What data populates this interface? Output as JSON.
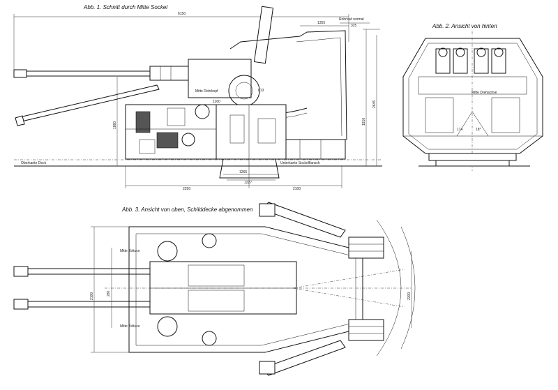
{
  "figures": {
    "fig1": {
      "caption": "Abb. 1. Schnitt durch Mitte Sockel"
    },
    "fig2": {
      "caption": "Abb. 2. Ansicht von hinten"
    },
    "fig3": {
      "caption": "Abb. 3. Ansicht von oben, Schilddecke abgenommen"
    }
  },
  "labels": {
    "overall_length": "6150",
    "rohrlauf": "Rohrlauf normal",
    "d1355": "1355",
    "d325": "325",
    "mitte_rohr": "Mitte Rohrkopf",
    "d1160": "1160",
    "d613": "613",
    "d1880": "1880",
    "d1910": "1910",
    "d2645": "2645",
    "oberkante_deck": "Oberkante Deck",
    "unterkante_sockel": "Unterkante Sockelflansch",
    "d1265": "1265",
    "d1227": "1227",
    "d2250": "2250",
    "d2100": "2100",
    "mitte_drehachse": "Mitte Drehachse",
    "a174": "174",
    "a18": "18°",
    "mitte_zeltuce_top": "Mitte Zeltuce",
    "mitte_zeltuce_bottom": "Mitte Zeltuce",
    "d280": "280",
    "d2300": "2300",
    "d2100b": "2100"
  }
}
